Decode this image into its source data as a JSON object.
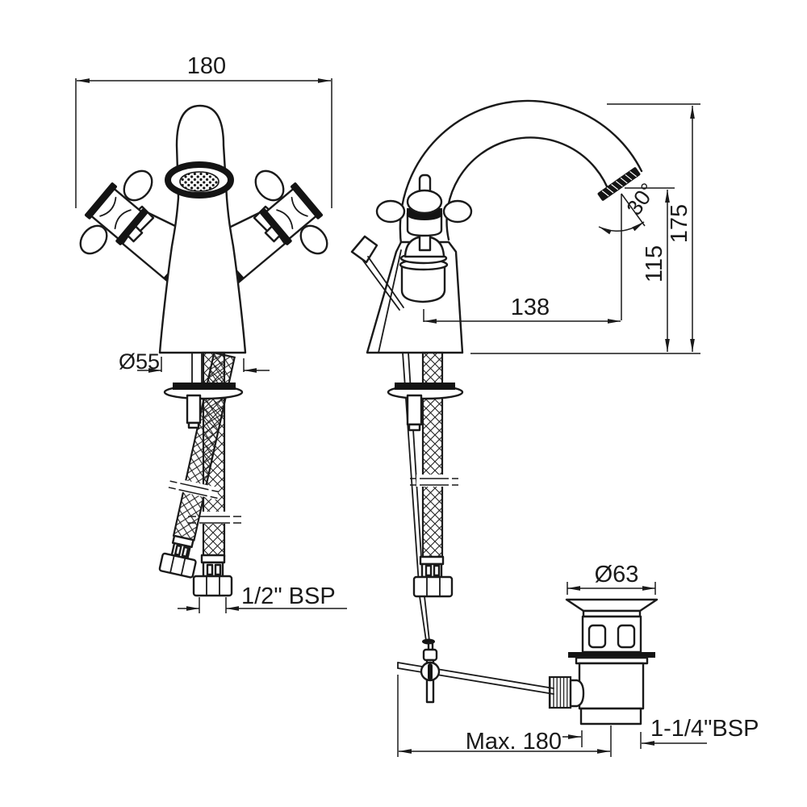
{
  "dims": {
    "front_width": "180",
    "base_flange_dia": "Ø55",
    "inlet_thread": "1/2\" BSP",
    "spout_reach": "138",
    "spout_outlet_height": "115",
    "overall_height": "175",
    "outlet_angle": "30°",
    "waste_flange_dia": "Ø63",
    "max_deck_span": "Max. 180",
    "waste_outlet_thread": "1-1/4\"BSP"
  },
  "colors": {
    "line": "#1a1a1a",
    "background": "#ffffff"
  }
}
